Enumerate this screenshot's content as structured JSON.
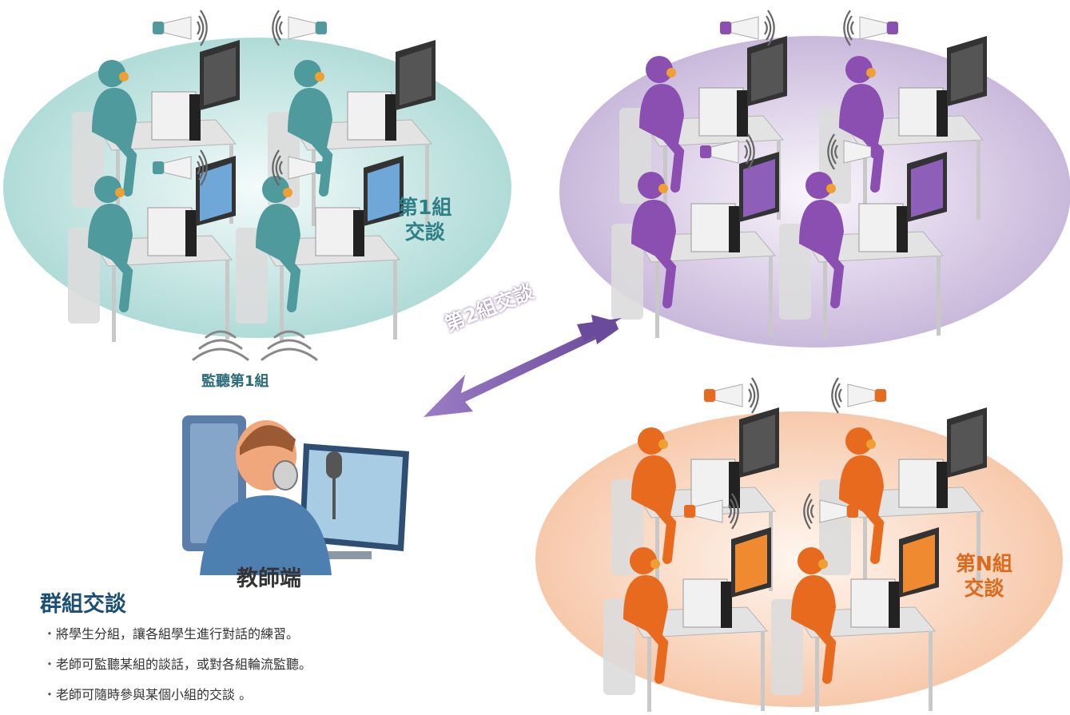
{
  "labels": {
    "group1": [
      "第1組",
      "交談"
    ],
    "group2": "第2組交談",
    "groupN": [
      "第N組",
      "交談"
    ],
    "listen": "監聽第1組",
    "teacher": "教師端"
  },
  "section": {
    "title": "群組交談",
    "bullets": [
      "將學生分組，讓各組學生進行對話的練習。",
      "老師可監聽某組的談話，或對各組輪流監聽。",
      "老師可隨時參與某個小組的交談 。"
    ]
  },
  "colors": {
    "group1": "#4e9a9c",
    "group2": "#8a4fb0",
    "groupN": "#e86a1f",
    "arrow": "#8a6bb5",
    "teacher_shirt": "#4e7fb1"
  }
}
